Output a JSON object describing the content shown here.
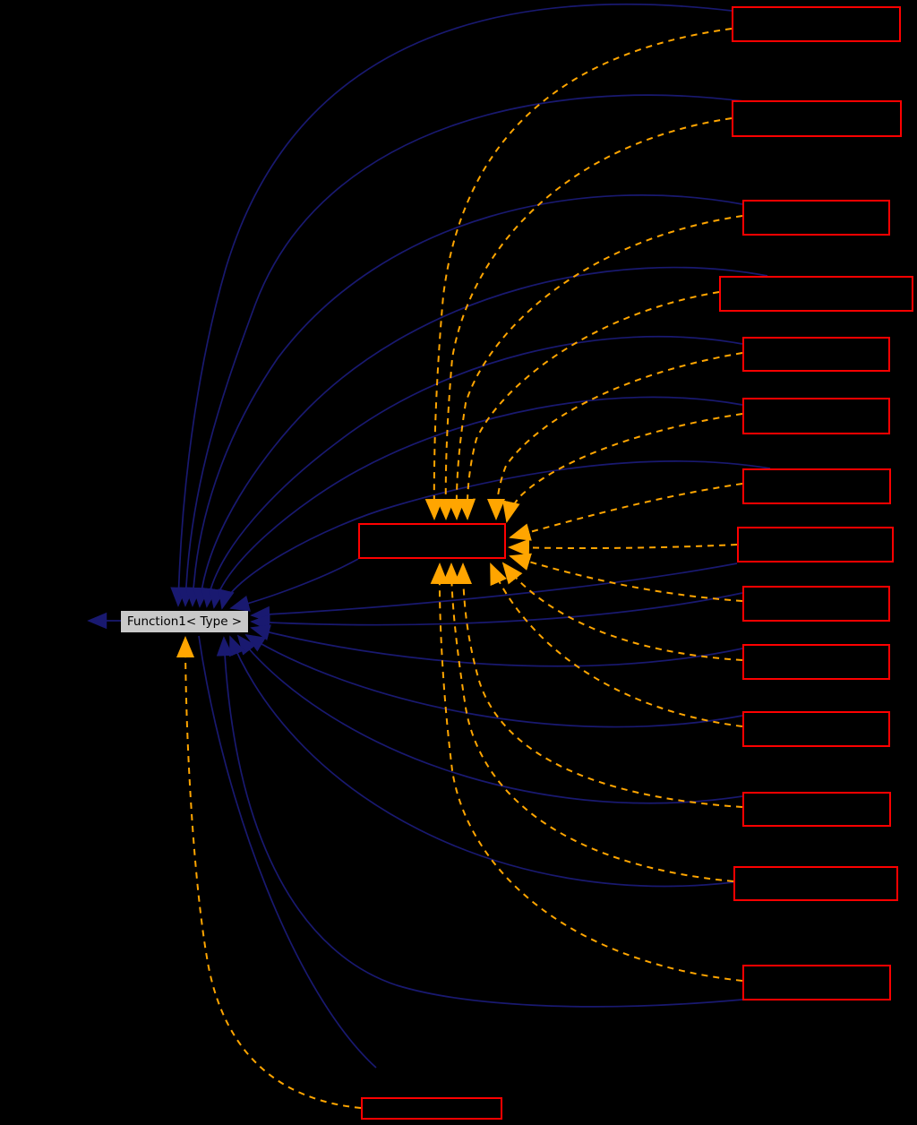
{
  "diagram": {
    "kind": "class-collaboration-graph",
    "background_color": "#000000",
    "colors": {
      "solid_edge": "#191970",
      "dashed_edge": "#ffa500",
      "node_border": "#ff0000",
      "center_node_fill": "#c9c9c9",
      "center_node_text": "#000000"
    },
    "center_node": {
      "label": "Function1< Type >"
    },
    "hub_node": {
      "label": ""
    },
    "bottom_node": {
      "label": ""
    },
    "right_nodes": [
      {
        "label": ""
      },
      {
        "label": ""
      },
      {
        "label": ""
      },
      {
        "label": ""
      },
      {
        "label": ""
      },
      {
        "label": ""
      },
      {
        "label": ""
      },
      {
        "label": ""
      },
      {
        "label": ""
      },
      {
        "label": ""
      },
      {
        "label": ""
      },
      {
        "label": ""
      },
      {
        "label": ""
      },
      {
        "label": ""
      }
    ],
    "edge_styles": {
      "solid": "inheritance/usage arrows pointing into center node",
      "dashed": "template-relation arrows pointing into hub node"
    }
  }
}
